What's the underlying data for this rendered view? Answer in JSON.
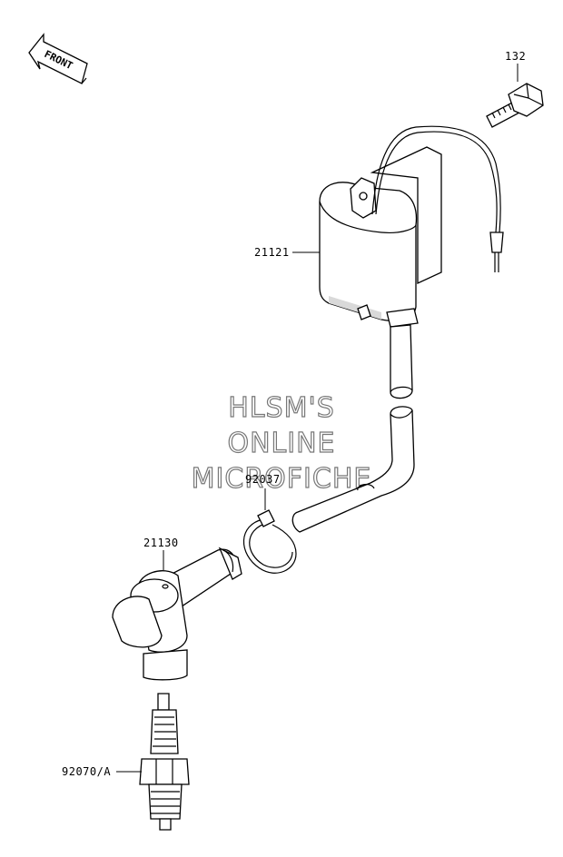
{
  "front_badge": "FRONT",
  "watermark": [
    "HLSM'S",
    "ONLINE",
    "MICROFICHE"
  ],
  "parts": [
    {
      "number": "132",
      "name": "bolt"
    },
    {
      "number": "21121",
      "name": "ignition coil"
    },
    {
      "number": "92037",
      "name": "clamp band"
    },
    {
      "number": "21130",
      "name": "spark plug cap"
    },
    {
      "number": "92070/A",
      "name": "spark plug"
    }
  ]
}
